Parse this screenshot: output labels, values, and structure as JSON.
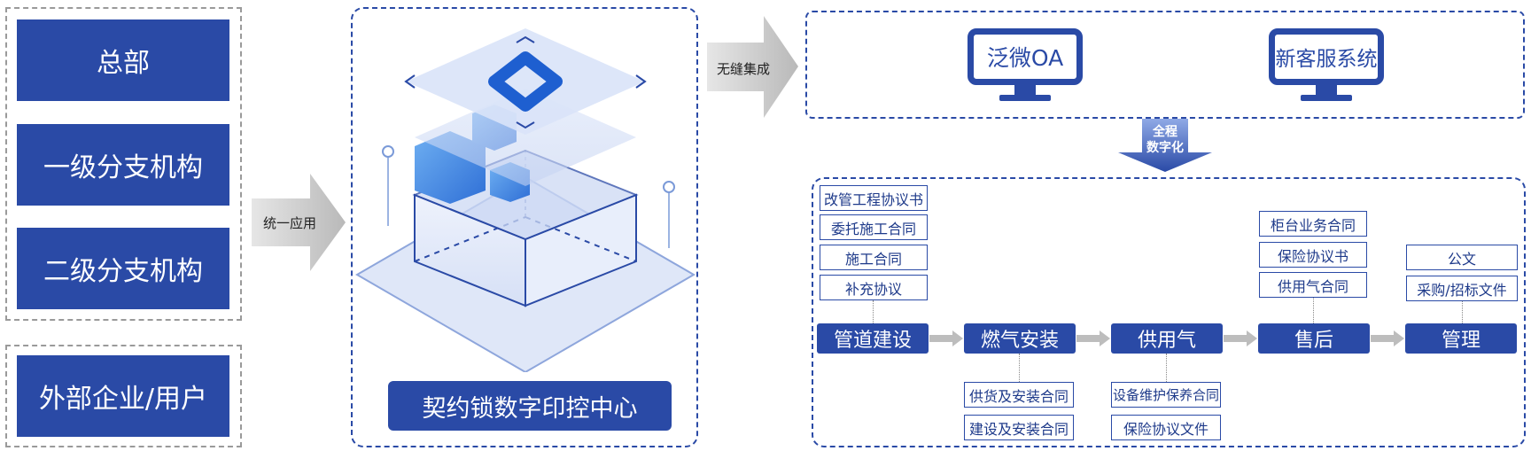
{
  "org": {
    "hq": "总部",
    "branch1": "一级分支机构",
    "branch2": "二级分支机构",
    "external": "外部企业/用户"
  },
  "arrows": {
    "unified": "统一应用",
    "seamless": "无缝集成",
    "full_digital_1": "全程",
    "full_digital_2": "数字化"
  },
  "center": {
    "title": "契约锁数字印控中心"
  },
  "systems": {
    "oa": "泛微OA",
    "crm": "新客服系统"
  },
  "stages": [
    {
      "label": "管道建设",
      "docs_above": [
        "改管工程协议书",
        "委托施工合同",
        "施工合同",
        "补充协议"
      ],
      "docs_below": []
    },
    {
      "label": "燃气安装",
      "docs_above": [],
      "docs_below": [
        "供货及安装合同",
        "建设及安装合同"
      ]
    },
    {
      "label": "供用气",
      "docs_above": [],
      "docs_below": [
        "设备维护保养合同",
        "保险协议文件"
      ]
    },
    {
      "label": "售后",
      "docs_above": [
        "柜台业务合同",
        "保险协议书",
        "供用气合同"
      ],
      "docs_below": []
    },
    {
      "label": "管理",
      "docs_above": [
        "公文",
        "采购/招标文件"
      ],
      "docs_below": []
    }
  ],
  "colors": {
    "primary": "#2a4aa6",
    "light": "#6f8fd8",
    "gray": "#c8c8c8"
  }
}
